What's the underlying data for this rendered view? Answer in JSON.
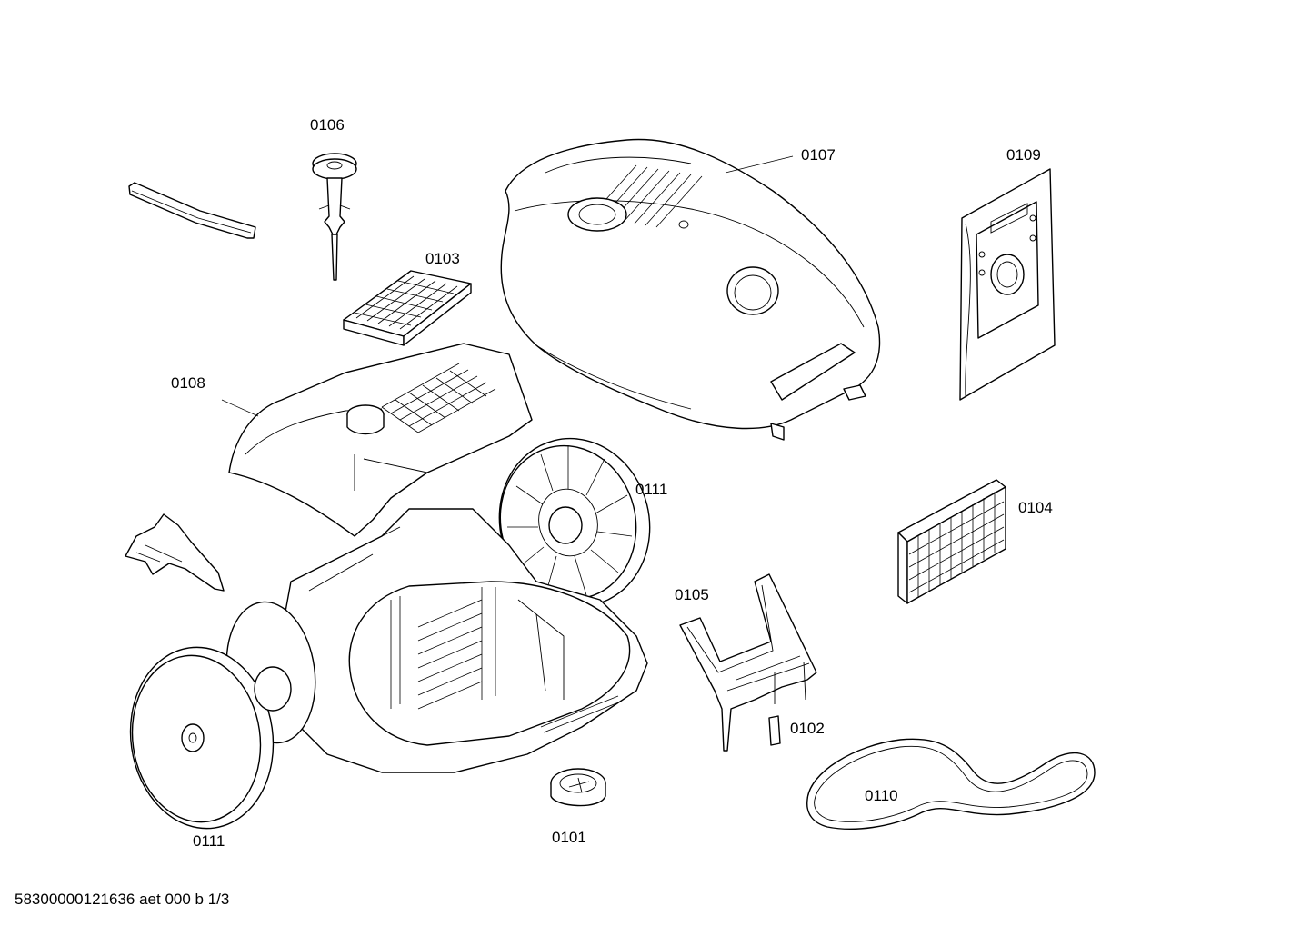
{
  "labels": {
    "p0106": "0106",
    "p0107": "0107",
    "p0109": "0109",
    "p0103": "0103",
    "p0108": "0108",
    "p0111_right": "0111",
    "p0104": "0104",
    "p0105": "0105",
    "p0102": "0102",
    "p0110": "0110",
    "p0111_left": "0111",
    "p0101": "0101"
  },
  "footer": {
    "doc_id": "58300000121636 aet 000 b 1/3"
  }
}
